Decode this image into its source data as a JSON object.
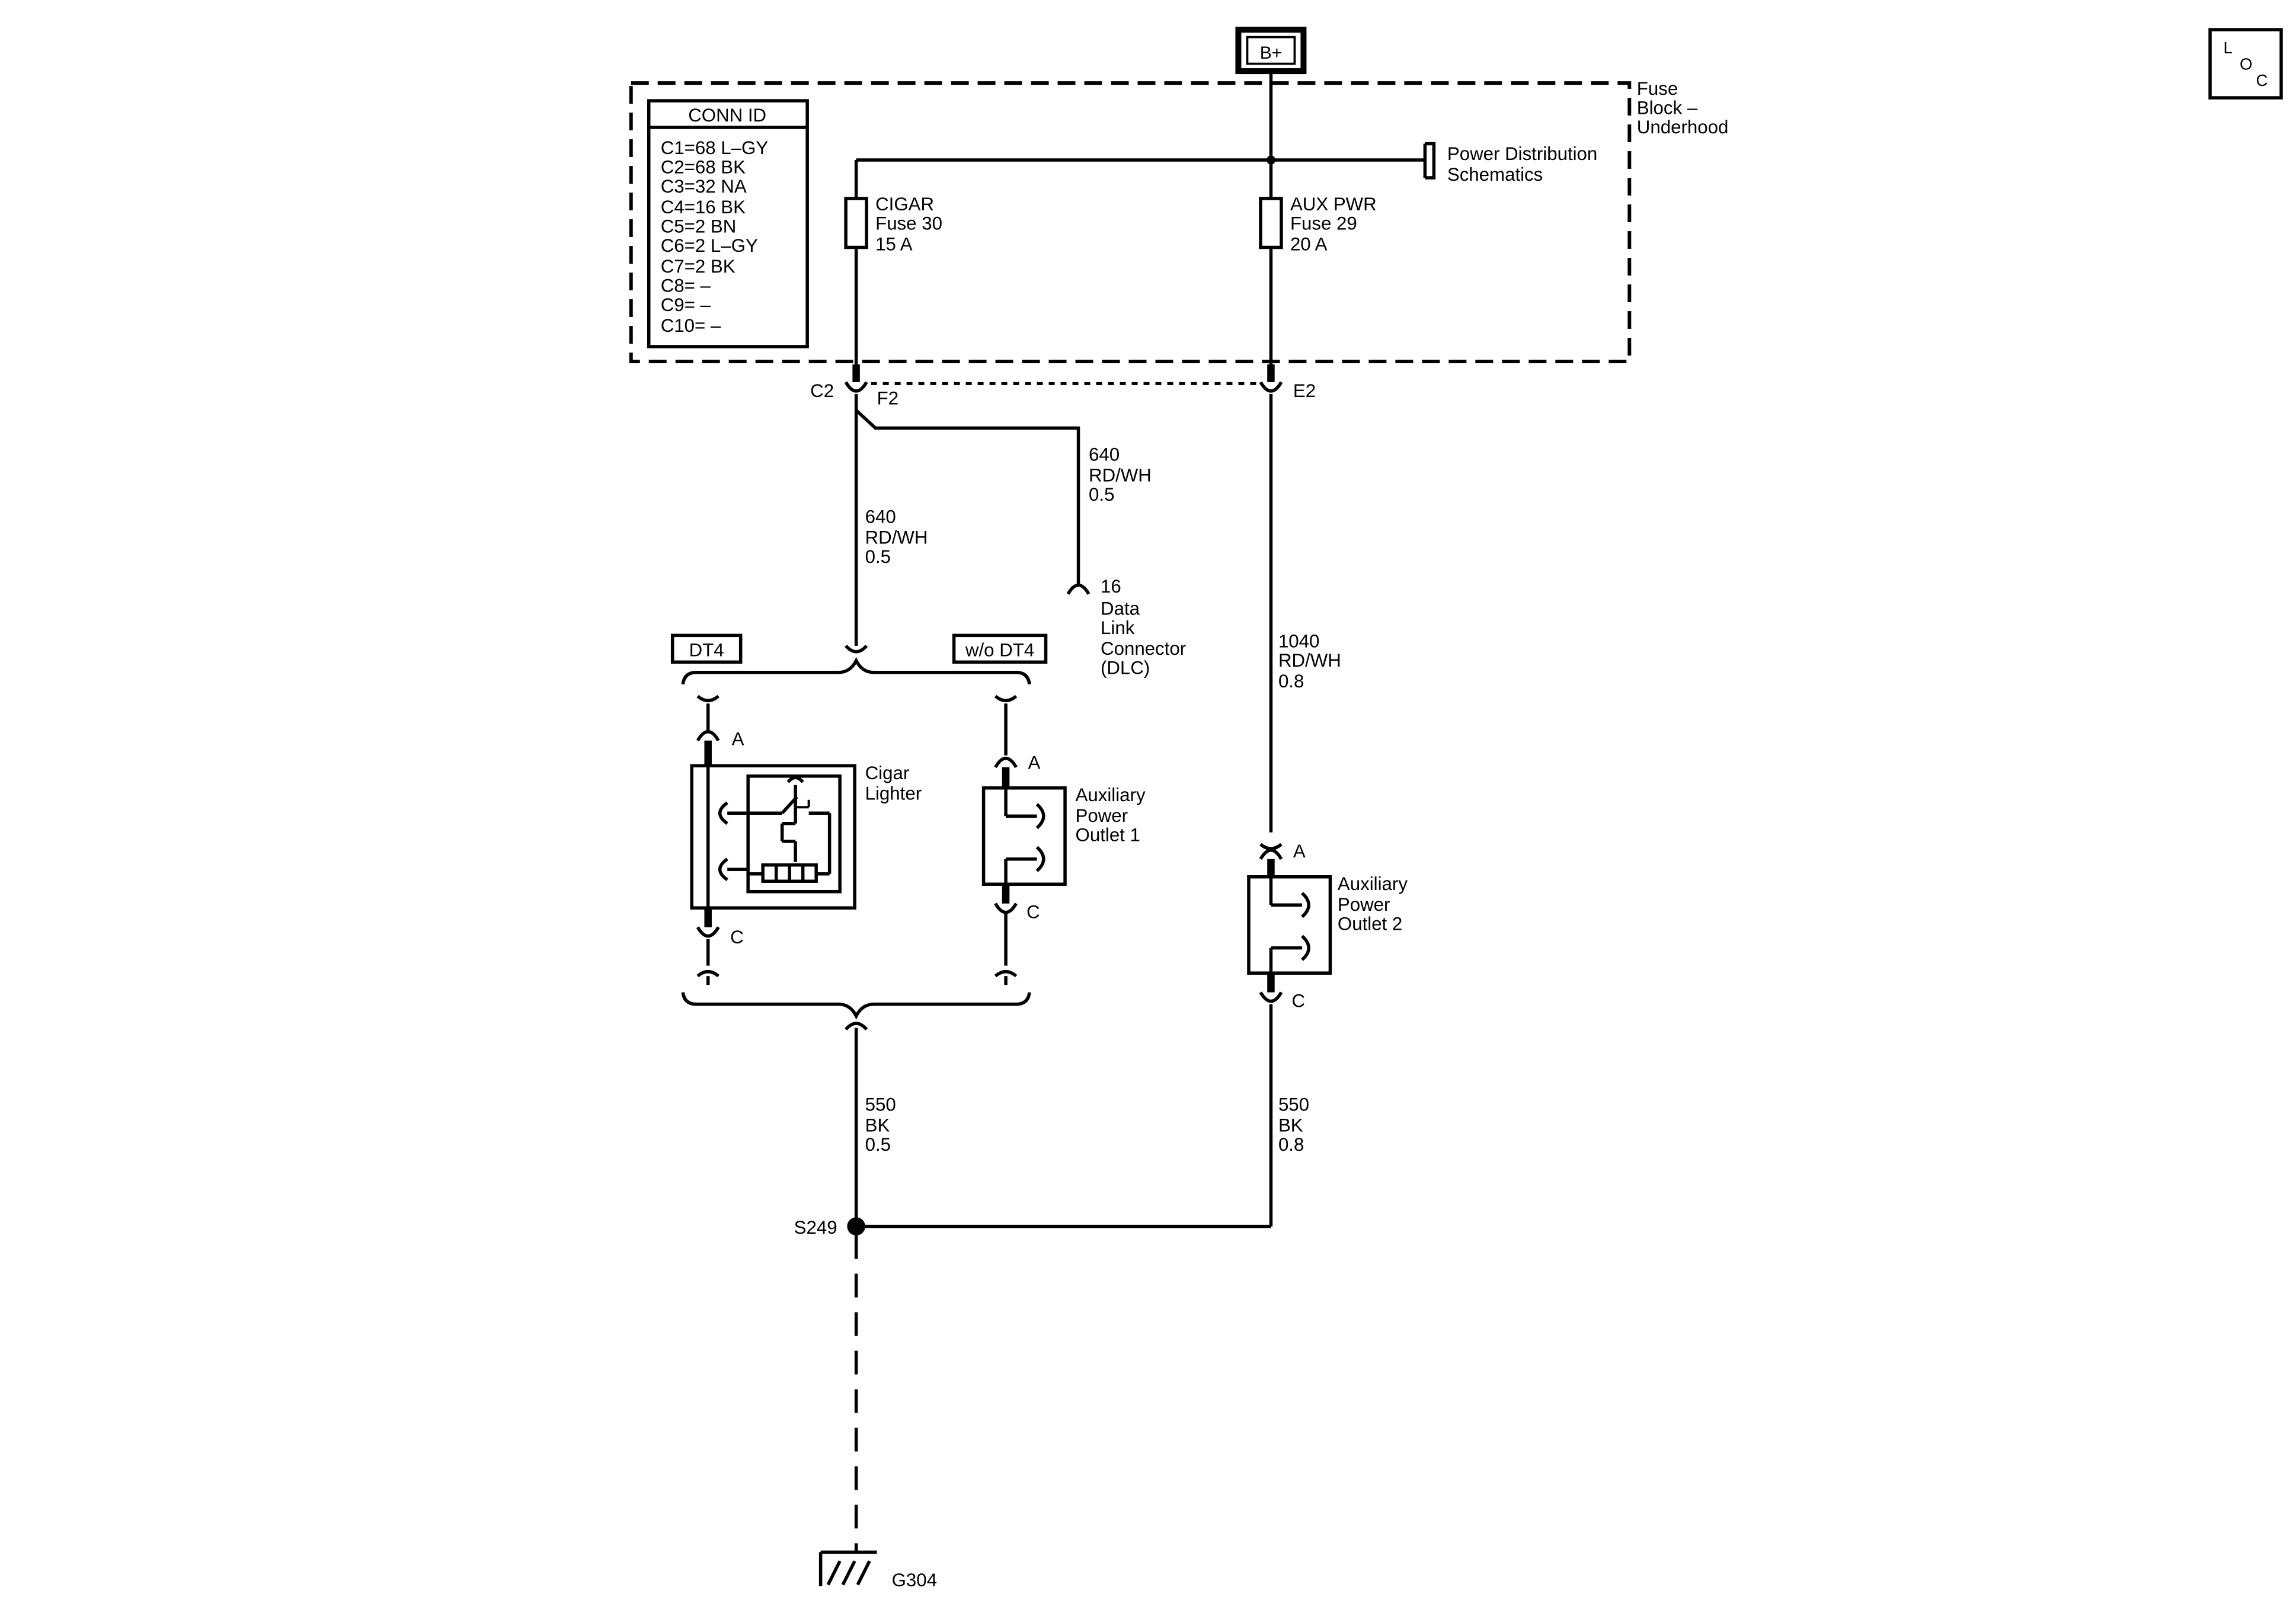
{
  "power_source": "B+",
  "loc_icon": {
    "l": "L",
    "o": "O",
    "c": "C"
  },
  "fuse_block": {
    "line1": "Fuse",
    "line2": "Block –",
    "line3": "Underhood"
  },
  "conn_id": {
    "title": "CONN ID",
    "rows": [
      "C1=68 L–GY",
      "C2=68 BK",
      "C3=32 NA",
      "C4=16 BK",
      "C5=2 BN",
      "C6=2 L–GY",
      "C7=2 BK",
      "C8= –",
      "C9= –",
      "C10= –"
    ]
  },
  "power_distribution": {
    "line1": "Power Distribution",
    "line2": "Schematics"
  },
  "fuses": {
    "cigar": {
      "line1": "CIGAR",
      "line2": "Fuse 30",
      "line3": "15 A"
    },
    "aux": {
      "line1": "AUX PWR",
      "line2": "Fuse 29",
      "line3": "20 A"
    }
  },
  "connectors": {
    "c2": "C2",
    "f2": "F2",
    "e2": "E2"
  },
  "wires": {
    "dlc_branch": {
      "circuit": "640",
      "color": "RD/WH",
      "size": "0.5"
    },
    "cigar_feed": {
      "circuit": "640",
      "color": "RD/WH",
      "size": "0.5"
    },
    "aux_feed": {
      "circuit": "1040",
      "color": "RD/WH",
      "size": "0.8"
    },
    "ground_left": {
      "circuit": "550",
      "color": "BK",
      "size": "0.5"
    },
    "ground_right": {
      "circuit": "550",
      "color": "BK",
      "size": "0.8"
    }
  },
  "dlc": {
    "pin": "16",
    "line1": "Data",
    "line2": "Link",
    "line3": "Connector",
    "line4": "(DLC)"
  },
  "options": {
    "with": "DT4",
    "without": "w/o DT4"
  },
  "components": {
    "cigar_lighter": {
      "line1": "Cigar",
      "line2": "Lighter",
      "pin_a": "A",
      "pin_c": "C"
    },
    "aux_outlet_1": {
      "line1": "Auxiliary",
      "line2": "Power",
      "line3": "Outlet 1",
      "pin_a": "A",
      "pin_c": "C"
    },
    "aux_outlet_2": {
      "line1": "Auxiliary",
      "line2": "Power",
      "line3": "Outlet 2",
      "pin_a": "A",
      "pin_c": "C"
    }
  },
  "splice": "S249",
  "ground": "G304"
}
